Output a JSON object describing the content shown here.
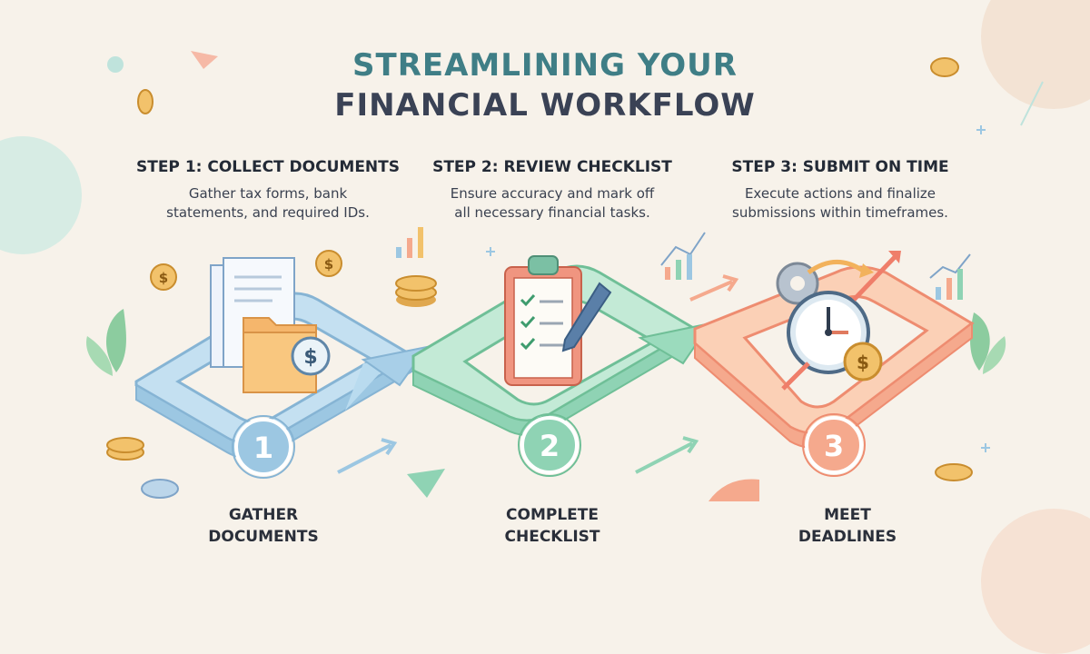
{
  "title": {
    "line1": "STREAMLINING YOUR",
    "line2": "FINANCIAL WORKFLOW"
  },
  "steps": [
    {
      "heading": "STEP 1: COLLECT DOCUMENTS",
      "desc_line1": "Gather tax forms, bank",
      "desc_line2": "statements, and required IDs.",
      "number": "1",
      "label_line1": "GATHER",
      "label_line2": "DOCUMENTS",
      "color": "#9cc7e2",
      "icon": "documents-folder-icon"
    },
    {
      "heading": "STEP 2: REVIEW CHECKLIST",
      "desc_line1": "Ensure accuracy and mark off",
      "desc_line2": "all necessary financial tasks.",
      "number": "2",
      "label_line1": "COMPLETE",
      "label_line2": "CHECKLIST",
      "color": "#8fd3b4",
      "icon": "clipboard-checklist-icon"
    },
    {
      "heading": "STEP 3: SUBMIT ON TIME",
      "desc_line1": "Execute actions and finalize",
      "desc_line2": "submissions within timeframes.",
      "number": "3",
      "label_line1": "MEET",
      "label_line2": "DEADLINES",
      "color": "#f5a98d",
      "icon": "clock-deadline-icon"
    }
  ],
  "coin_symbol": "$",
  "colors": {
    "background": "#f7f2ea",
    "title_accent": "#3f7e86",
    "title_dark": "#3a4255",
    "coin": "#f2c26b"
  }
}
